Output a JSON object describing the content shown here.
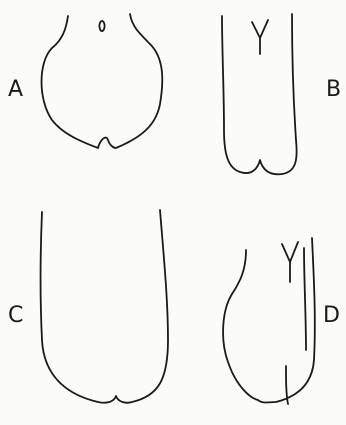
{
  "labels": {
    "a": "A",
    "b": "B",
    "c": "C",
    "d": "D"
  },
  "colors": {
    "ink": "#1a1a1a",
    "background": "#fbfbfa"
  }
}
